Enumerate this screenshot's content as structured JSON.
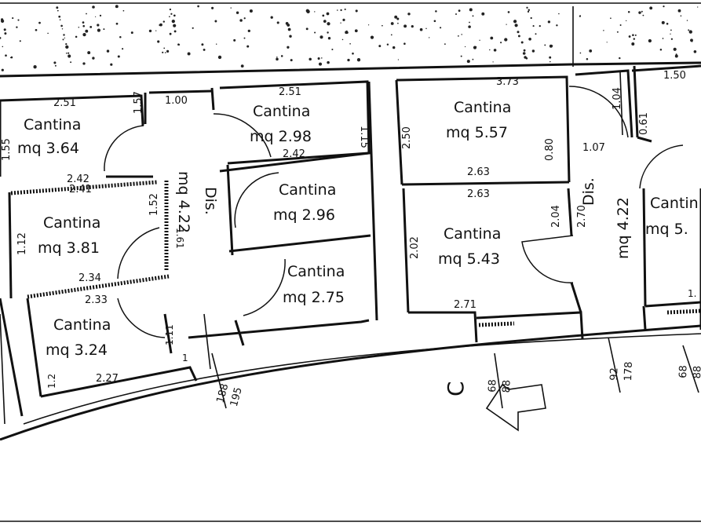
{
  "rooms": [
    {
      "id": "c1",
      "title": "Cantina",
      "area": "mq  3.64"
    },
    {
      "id": "c2",
      "title": "Cantina",
      "area": "mq  3.81"
    },
    {
      "id": "c3",
      "title": "Cantina",
      "area": "mq  3.24"
    },
    {
      "id": "c4",
      "title": "Cantina",
      "area": "mq  2.98"
    },
    {
      "id": "c5",
      "title": "Cantina",
      "area": "mq  2.96"
    },
    {
      "id": "c6",
      "title": "Cantina",
      "area": "mq  2.75"
    },
    {
      "id": "c7",
      "title": "Cantina",
      "area": "mq  5.57"
    },
    {
      "id": "c8",
      "title": "Cantina",
      "area": "mq  5.43"
    },
    {
      "id": "c9",
      "title": "Cantin",
      "area": "mq  5."
    }
  ],
  "corridors": [
    {
      "id": "d1",
      "label": "Dis.",
      "area": "mq  4.22"
    },
    {
      "id": "d2",
      "label": "Dis.",
      "area": "mq  4.22"
    }
  ],
  "dimensions": {
    "d_251a": "2.51",
    "d_251b": "2.51",
    "d_100": "1.00",
    "d_115": "1.15",
    "d_150": "1.50",
    "d_373": "3.73",
    "d_242a": "2.42",
    "d_242b": "2.42",
    "d_241": "2.41",
    "d_234": "2.34",
    "d_233": "2.33",
    "d_227": "2.27",
    "d_263a": "2.63",
    "d_263b": "2.63",
    "d_271": "2.71",
    "d_202": "2.02",
    "d_250": "2.50",
    "d_204": "2.04",
    "d_270": "2.70",
    "d_107": "1.07",
    "d_104": "1.04",
    "d_061": "0.61",
    "d_080": "0.80",
    "d_157": "1.57",
    "d_152": "1.52",
    "d_155": "1.55",
    "d_112": "1.12",
    "d_161": "1.61",
    "d_111": "1.11",
    "d_1x": "1.",
    "d_12": "1.2",
    "d_1": "1"
  },
  "levels": [
    {
      "id": "l1",
      "top": "188",
      "bottom": "195"
    },
    {
      "id": "l2",
      "top": "68",
      "bottom": "88"
    },
    {
      "id": "l3",
      "top": "92",
      "bottom": "178"
    },
    {
      "id": "l4",
      "top": "68",
      "bottom": "88"
    }
  ],
  "section_label": "C"
}
